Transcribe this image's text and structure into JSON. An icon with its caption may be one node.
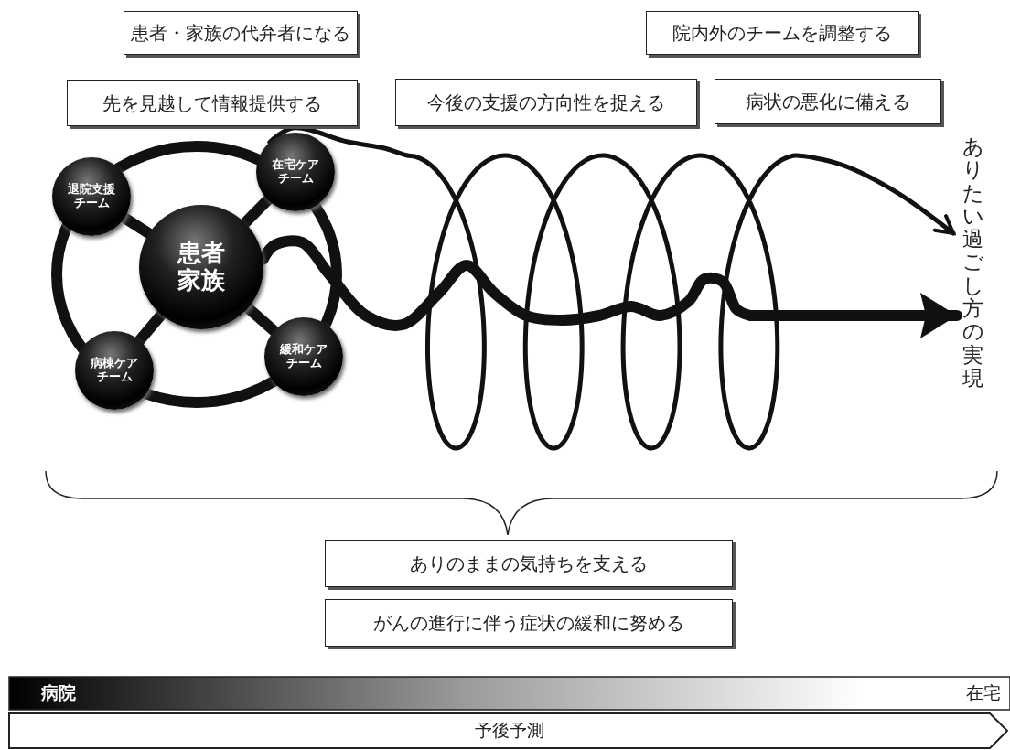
{
  "diagram": {
    "nodes": [
      {
        "text": [
          "患者・家族の代弁者になる"
        ]
      },
      {
        "text": [
          "院内外のチームを調整する"
        ]
      },
      {
        "text": [
          "先を見越して情報提供する"
        ]
      },
      {
        "text": [
          "今後の支援の方向性を捉える"
        ]
      },
      {
        "text": [
          "病状の悪化に備える"
        ]
      },
      {
        "text": [
          "退院支援チーム"
        ]
      },
      {
        "text": [
          "在宅ケアチーム"
        ]
      },
      {
        "text": [
          "患者家族"
        ]
      },
      {
        "text": [
          "病棟ケアチーム"
        ]
      },
      {
        "text": [
          "緩和ケアチーム"
        ]
      },
      {
        "text": [
          "ありたい過ごし方の実現"
        ]
      },
      {
        "text": [
          "ありのままの気持ちを支える"
        ]
      },
      {
        "text": [
          "がんの進行に伴う症状の緩和に努める"
        ]
      },
      {
        "text": [
          "病院",
          "在宅"
        ]
      },
      {
        "text": [
          "予後予測"
        ]
      }
    ],
    "edges": [
      {
        "from": 7,
        "to": 5,
        "arrow": "none"
      },
      {
        "from": 7,
        "to": 6,
        "arrow": "none"
      },
      {
        "from": 7,
        "to": 8,
        "arrow": "none"
      },
      {
        "from": 7,
        "to": 9,
        "arrow": "none"
      },
      {
        "from": 6,
        "to": 10,
        "arrow": "to"
      },
      {
        "from": 7,
        "to": 10,
        "arrow": "to"
      }
    ]
  }
}
